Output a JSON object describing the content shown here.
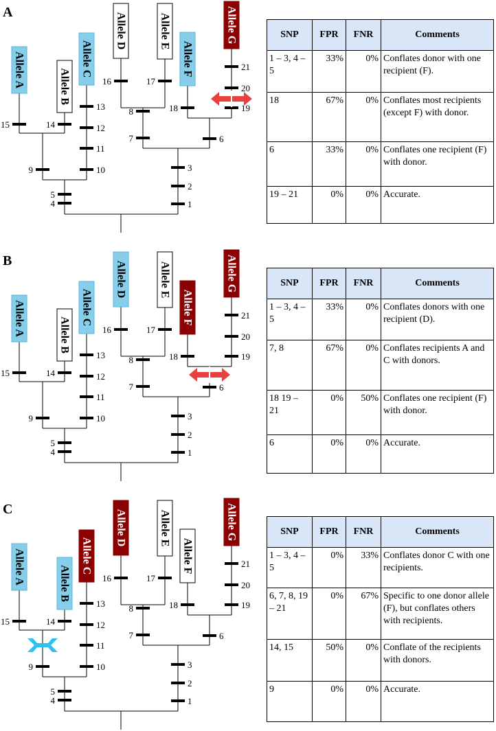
{
  "colors": {
    "highlight": "#87ceeb",
    "dark": "#8b0000",
    "plain": "#ffffff",
    "arrow_red": "#e8413f",
    "arrow_blue": "#29c3ee",
    "header_bg": "#d9e6f8"
  },
  "table_headers": [
    "SNP",
    "FPR",
    "FNR",
    "Comments"
  ],
  "panels": [
    {
      "label": "A",
      "alleles": [
        {
          "name": "Allele A",
          "style": "highlight"
        },
        {
          "name": "Allele B",
          "style": "plain"
        },
        {
          "name": "Allele C",
          "style": "highlight"
        },
        {
          "name": "Allele D",
          "style": "plain"
        },
        {
          "name": "Allele E",
          "style": "plain"
        },
        {
          "name": "Allele F",
          "style": "highlight"
        },
        {
          "name": "Allele G",
          "style": "dark"
        }
      ],
      "snps": [
        "1",
        "2",
        "3",
        "4",
        "5",
        "6",
        "7",
        "8",
        "9",
        "10",
        "11",
        "12",
        "13",
        "14",
        "15",
        "16",
        "17",
        "18",
        "19",
        "20",
        "21"
      ],
      "marker": {
        "type": "red-arrow",
        "icon": "double-arrow-icon"
      },
      "rows": [
        {
          "snp": "1 – 3, 4 – 5",
          "fpr": "33%",
          "fnr": "0%",
          "comment": "Conflates donor with one recipient (F)."
        },
        {
          "snp": "18",
          "fpr": "67%",
          "fnr": "0%",
          "comment": "Conflates most recipients (except F) with donor."
        },
        {
          "snp": "6",
          "fpr": "33%",
          "fnr": "0%",
          "comment": "Conflates one recipient (F) with donor."
        },
        {
          "snp": "19 – 21",
          "fpr": "0%",
          "fnr": "0%",
          "comment": "Accurate."
        }
      ]
    },
    {
      "label": "B",
      "alleles": [
        {
          "name": "Allele A",
          "style": "highlight"
        },
        {
          "name": "Allele B",
          "style": "plain"
        },
        {
          "name": "Allele C",
          "style": "highlight"
        },
        {
          "name": "Allele D",
          "style": "highlight"
        },
        {
          "name": "Allele E",
          "style": "plain"
        },
        {
          "name": "Allele F",
          "style": "dark"
        },
        {
          "name": "Allele G",
          "style": "dark"
        }
      ],
      "snps": [
        "1",
        "2",
        "3",
        "4",
        "5",
        "6",
        "7",
        "8",
        "9",
        "10",
        "11",
        "12",
        "13",
        "14",
        "15",
        "16",
        "17",
        "18",
        "19",
        "20",
        "21"
      ],
      "marker": {
        "type": "red-arrow",
        "icon": "double-arrow-icon"
      },
      "rows": [
        {
          "snp": "1 – 3, 4 – 5",
          "fpr": "33%",
          "fnr": "0%",
          "comment": "Conflates donors with one recipient (D)."
        },
        {
          "snp": "7, 8",
          "fpr": "67%",
          "fnr": "0%",
          "comment": "Conflates recipients A and C with donors."
        },
        {
          "snp": "18 19 – 21",
          "fpr": "0%",
          "fnr": "50%",
          "comment": "Conflates one recipient (F) with donor."
        },
        {
          "snp": "6",
          "fpr": "0%",
          "fnr": "0%",
          "comment": "Accurate."
        }
      ]
    },
    {
      "label": "C",
      "alleles": [
        {
          "name": "Allele A",
          "style": "highlight"
        },
        {
          "name": "Allele B",
          "style": "highlight"
        },
        {
          "name": "Allele C",
          "style": "dark"
        },
        {
          "name": "Allele D",
          "style": "dark"
        },
        {
          "name": "Allele E",
          "style": "plain"
        },
        {
          "name": "Allele F",
          "style": "plain"
        },
        {
          "name": "Allele G",
          "style": "dark"
        }
      ],
      "snps": [
        "1",
        "2",
        "3",
        "4",
        "5",
        "6",
        "7",
        "8",
        "9",
        "10",
        "11",
        "12",
        "13",
        "14",
        "15",
        "16",
        "17",
        "18",
        "19",
        "20",
        "21"
      ],
      "marker": {
        "type": "blue-bracket",
        "icon": "double-bracket-icon"
      },
      "rows": [
        {
          "snp": "1 – 3, 4 – 5",
          "fpr": "0%",
          "fnr": "33%",
          "comment": "Conflates donor C with one recipients."
        },
        {
          "snp": "6, 7, 8, 19 – 21",
          "fpr": "0%",
          "fnr": "67%",
          "comment": "Specific to one donor allele (F), but conflates others with recipients."
        },
        {
          "snp": "14, 15",
          "fpr": "50%",
          "fnr": "0%",
          "comment": "Conflate of the recipients with donors."
        },
        {
          "snp": "9",
          "fpr": "0%",
          "fnr": "0%",
          "comment": "Accurate."
        }
      ]
    }
  ]
}
